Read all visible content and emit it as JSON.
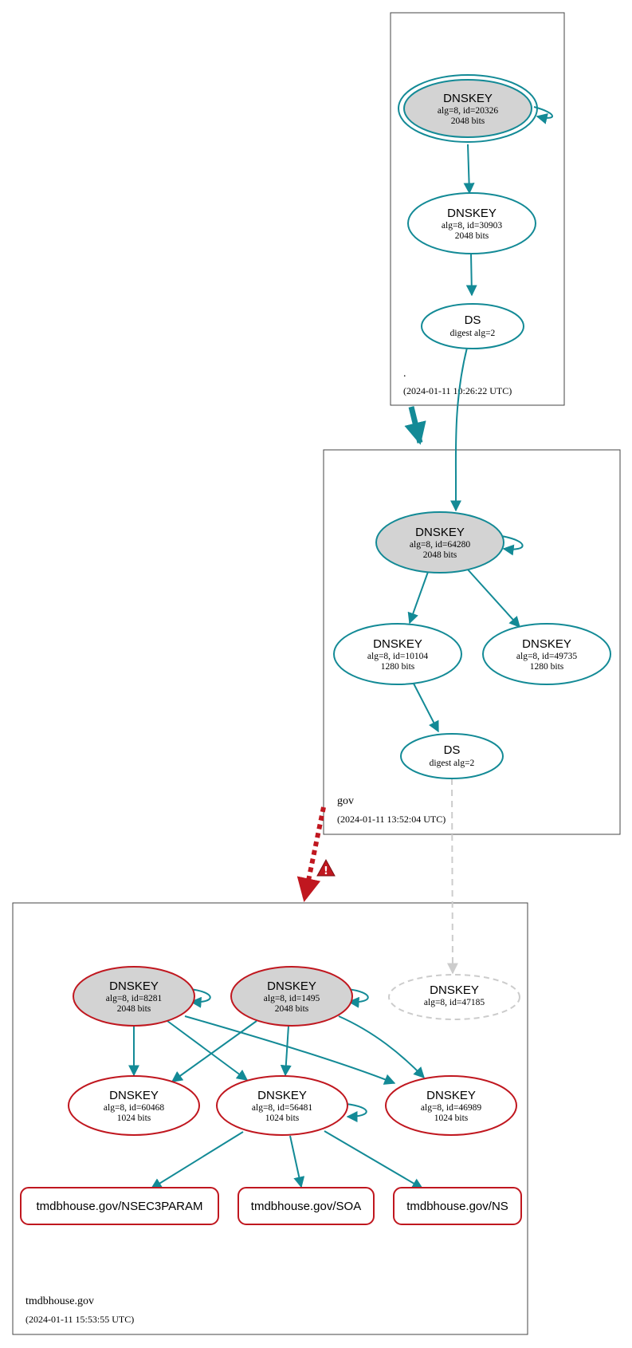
{
  "colors": {
    "secure": "#138a96",
    "bogus": "#c0171f",
    "ignored": "#cccccc",
    "sep_fill": "#d3d3d3"
  },
  "zones": [
    {
      "id": "root",
      "name": ".",
      "date": "(2024-01-11 10:26:22 UTC)"
    },
    {
      "id": "gov",
      "name": "gov",
      "date": "(2024-01-11 13:52:04 UTC)"
    },
    {
      "id": "tmdb",
      "name": "tmdbhouse.gov",
      "date": "(2024-01-11 15:53:55 UTC)"
    }
  ],
  "nodes": {
    "root_ksk": {
      "title": "DNSKEY",
      "line1": "alg=8, id=20326",
      "line2": "2048 bits"
    },
    "root_zsk": {
      "title": "DNSKEY",
      "line1": "alg=8, id=30903",
      "line2": "2048 bits"
    },
    "root_ds": {
      "title": "DS",
      "line1": "digest alg=2"
    },
    "gov_ksk": {
      "title": "DNSKEY",
      "line1": "alg=8, id=64280",
      "line2": "2048 bits"
    },
    "gov_zsk1": {
      "title": "DNSKEY",
      "line1": "alg=8, id=10104",
      "line2": "1280 bits"
    },
    "gov_zsk2": {
      "title": "DNSKEY",
      "line1": "alg=8, id=49735",
      "line2": "1280 bits"
    },
    "gov_ds": {
      "title": "DS",
      "line1": "digest alg=2"
    },
    "tm_ksk1": {
      "title": "DNSKEY",
      "line1": "alg=8, id=8281",
      "line2": "2048 bits"
    },
    "tm_ksk2": {
      "title": "DNSKEY",
      "line1": "alg=8, id=1495",
      "line2": "2048 bits"
    },
    "tm_missing": {
      "title": "DNSKEY",
      "line1": "alg=8, id=47185"
    },
    "tm_zsk1": {
      "title": "DNSKEY",
      "line1": "alg=8, id=60468",
      "line2": "1024 bits"
    },
    "tm_zsk2": {
      "title": "DNSKEY",
      "line1": "alg=8, id=56481",
      "line2": "1024 bits"
    },
    "tm_zsk3": {
      "title": "DNSKEY",
      "line1": "alg=8, id=46989",
      "line2": "1024 bits"
    }
  },
  "rrsets": {
    "nsec3param": "tmdbhouse.gov/NSEC3PARAM",
    "soa": "tmdbhouse.gov/SOA",
    "ns": "tmdbhouse.gov/NS"
  },
  "warning": {
    "icon": "warning-icon",
    "glyph": "!"
  }
}
